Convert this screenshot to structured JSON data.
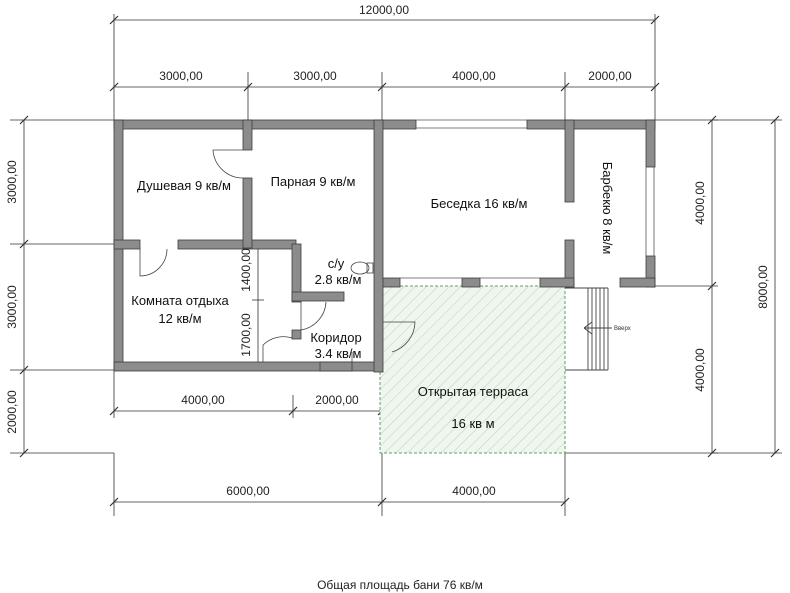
{
  "dimensions": {
    "total_width": "12000,00",
    "top_segments": [
      "3000,00",
      "3000,00",
      "4000,00",
      "2000,00"
    ],
    "left_segments": [
      "3000,00",
      "3000,00",
      "2000,00"
    ],
    "right_inner": [
      "4000,00",
      "4000,00"
    ],
    "right_total": "8000,00",
    "bottom_inner": [
      "4000,00",
      "2000,00"
    ],
    "bottom_outer": [
      "6000,00",
      "4000,00"
    ],
    "interior": [
      "1400,00",
      "1700,00"
    ]
  },
  "rooms": {
    "shower": "Душевая 9 кв/м",
    "steam": "Парная 9 кв/м",
    "gazebo": "Беседка 16 кв/м",
    "bbq": "Барбекю 8 кв/м",
    "wc_name": "с/у",
    "wc_area": "2.8 кв/м",
    "rest_name": "Комната отдыха",
    "rest_area": "12 кв/м",
    "corridor_name": "Коридор",
    "corridor_area": "3.4 кв/м",
    "terrace_name": "Открытая терраса",
    "terrace_area": "16 кв м",
    "stairs_label": "Вверх"
  },
  "caption": "Общая площадь бани 76 кв/м",
  "colors": {
    "wall": "#8c8c8c",
    "wall_stroke": "#444444",
    "terrace_fill": "#e8f3e8",
    "terrace_hatch": "#8fbf8f"
  }
}
